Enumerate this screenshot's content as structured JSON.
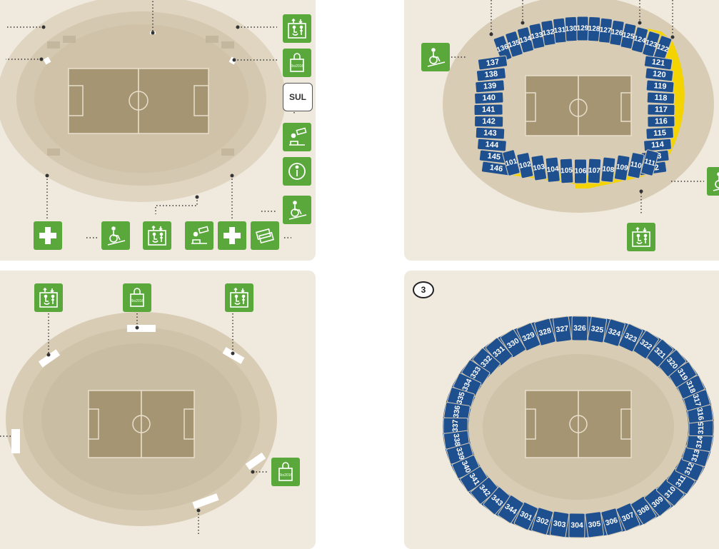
{
  "panels": {
    "top_right_sections": {
      "upper_ring": [
        "136",
        "135",
        "134",
        "133",
        "132",
        "131",
        "130",
        "129",
        "128",
        "127",
        "126",
        "125",
        "124",
        "123",
        "122"
      ],
      "right_column": [
        "121",
        "120",
        "119",
        "118",
        "117",
        "116",
        "115",
        "114",
        "113",
        "112"
      ],
      "left_column": [
        "137",
        "138",
        "139",
        "140",
        "141",
        "142",
        "143",
        "144",
        "145",
        "146"
      ],
      "bottom_row": [
        "101",
        "102",
        "103",
        "104",
        "105",
        "106",
        "107",
        "108",
        "109",
        "110",
        "111"
      ]
    },
    "bottom_right": {
      "ring_label": "3",
      "sections": [
        "301",
        "302",
        "303",
        "304",
        "305",
        "306",
        "307",
        "308",
        "309",
        "310",
        "311",
        "312",
        "313",
        "314",
        "315",
        "316",
        "317",
        "318",
        "319",
        "320",
        "321",
        "322",
        "323",
        "324",
        "325",
        "326",
        "327",
        "328",
        "329",
        "330",
        "331",
        "332",
        "333",
        "334",
        "335",
        "336",
        "337",
        "338",
        "339",
        "340",
        "341",
        "342",
        "343",
        "344"
      ]
    },
    "top_left": {
      "sector_label": "SUL"
    }
  },
  "icons": {
    "shop_label": "Rio2016",
    "colors": {
      "icon_green": "#5aa83b",
      "section_blue": "#1e4f8f",
      "highlight_yellow": "#f4d400",
      "field_brown": "#a59572",
      "stand_tan": "#d8ccb4",
      "panel_bg": "#efe9de"
    }
  }
}
